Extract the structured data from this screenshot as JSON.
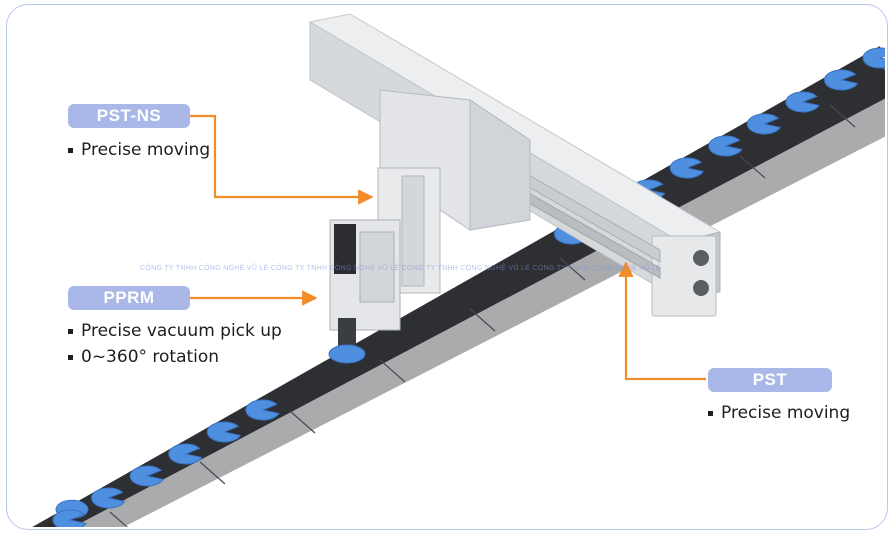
{
  "labels": {
    "pst_ns": {
      "tag": "PST-NS",
      "bullets": [
        "Precise moving"
      ]
    },
    "pprm": {
      "tag": "PPRM",
      "bullets": [
        "Precise vacuum pick up",
        "0~360° rotation"
      ]
    },
    "pst": {
      "tag": "PST",
      "bullets": [
        "Precise moving"
      ]
    }
  },
  "watermark": "CÔNG TY TNHH CÔNG NGHỆ VŨ LÊ CÔNG TY TNHH CÔNG NGHỆ VŨ LÊ CÔNG TY TNHH CÔNG NGHỆ VŨ LÊ CÔNG TY TNHH CÔNG NGHỆ VŨ LÊ",
  "colors": {
    "tag_bg": "#a9b8e8",
    "arrow": "#f28c28",
    "disc": "#4f8fe0",
    "frame_border": "#b9c6ef"
  }
}
